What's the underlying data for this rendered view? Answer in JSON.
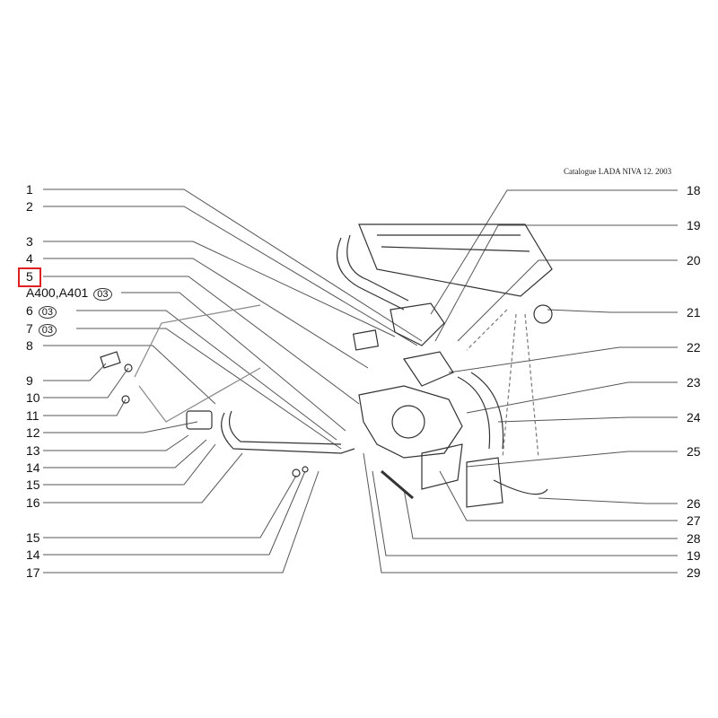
{
  "header": "Catalogue LADA NIVA 12. 2003",
  "highlight_color": "#e02020",
  "left_labels": [
    {
      "text": "1"
    },
    {
      "text": "2"
    },
    {
      "text": "3"
    },
    {
      "text": "4"
    },
    {
      "text": "5",
      "highlighted": true
    },
    {
      "text": "A400,A401",
      "code": "03"
    },
    {
      "text": "6",
      "code": "03"
    },
    {
      "text": "7",
      "code": "03"
    },
    {
      "text": "8"
    },
    {
      "text": "9"
    },
    {
      "text": "10"
    },
    {
      "text": "11"
    },
    {
      "text": "12"
    },
    {
      "text": "13"
    },
    {
      "text": "14"
    },
    {
      "text": "15"
    },
    {
      "text": "16"
    },
    {
      "text": "15"
    },
    {
      "text": "14"
    },
    {
      "text": "17"
    }
  ],
  "right_labels": [
    {
      "text": "18"
    },
    {
      "text": "19"
    },
    {
      "text": "20"
    },
    {
      "text": "21"
    },
    {
      "text": "22"
    },
    {
      "text": "23"
    },
    {
      "text": "24"
    },
    {
      "text": "25"
    },
    {
      "text": "26"
    },
    {
      "text": "27"
    },
    {
      "text": "28"
    },
    {
      "text": "19"
    },
    {
      "text": "29"
    }
  ]
}
